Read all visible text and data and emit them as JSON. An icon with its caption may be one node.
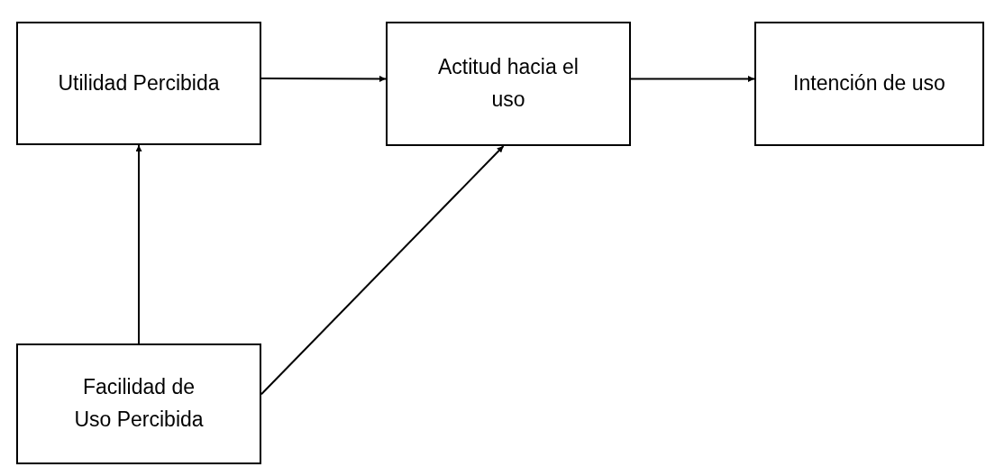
{
  "diagram": {
    "nodes": [
      {
        "text": [
          "Utilidad Percibida"
        ]
      },
      {
        "text": [
          "Actitud hacia el uso"
        ]
      },
      {
        "text": [
          "Intención de uso"
        ]
      },
      {
        "text": [
          "Facilidad de Uso Percibida"
        ]
      }
    ],
    "edges": [
      {
        "from": 0,
        "to": 1,
        "arrow": "to"
      },
      {
        "from": 1,
        "to": 2,
        "arrow": "to"
      },
      {
        "from": 3,
        "to": 0,
        "arrow": "to"
      },
      {
        "from": 3,
        "to": 1,
        "arrow": "to"
      }
    ]
  }
}
